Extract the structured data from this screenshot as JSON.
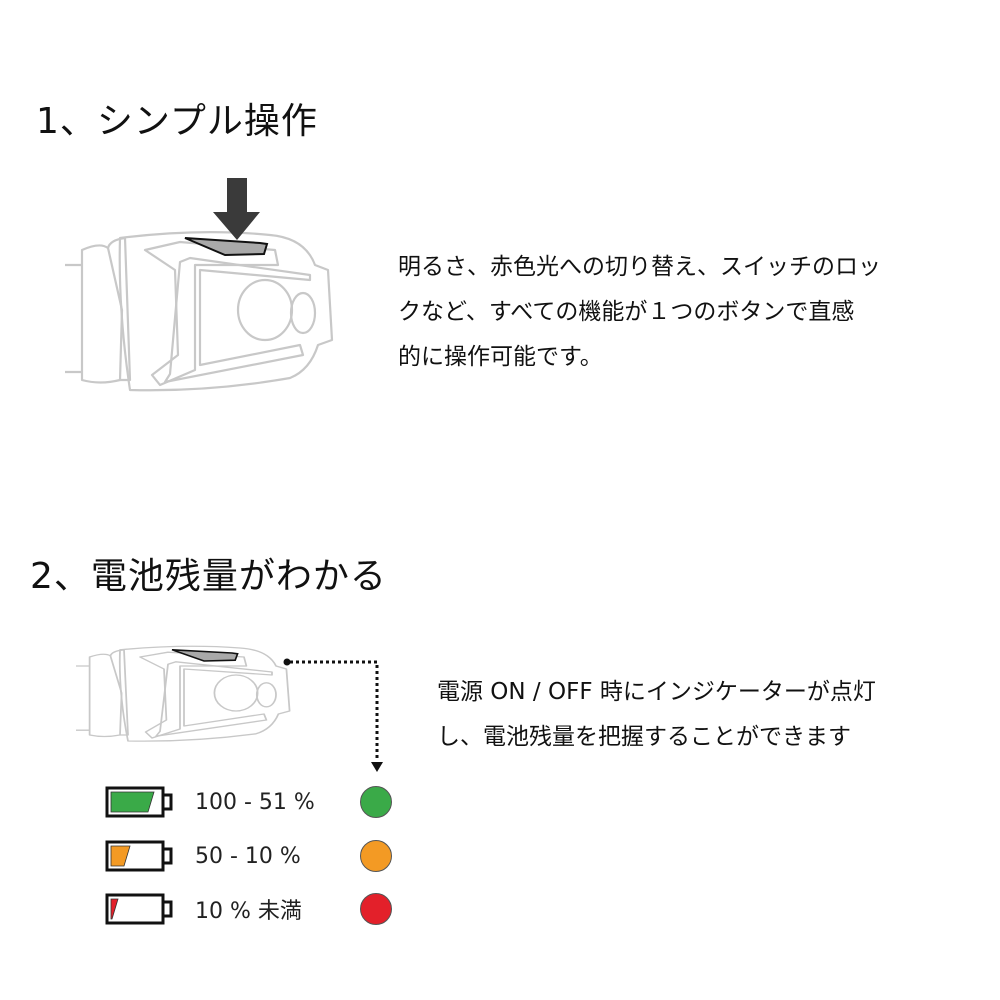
{
  "section1": {
    "title": "1、シンプル操作",
    "lines": [
      "明るさ、赤色光への切り替え、スイッチのロッ",
      "クなど、すべての機能が１つのボタンで直感",
      "的に操作可能です。"
    ]
  },
  "section2": {
    "title": "2、電池残量がわかる",
    "lines": [
      "電源 ON / OFF 時にインジケーターが点灯",
      "し、電池残量を把握することができます"
    ],
    "levels": [
      {
        "label": "100 - 51 %",
        "color": "#3aaa48",
        "fill": 0.9
      },
      {
        "label": "50 - 10 %",
        "color": "#f39a24",
        "fill": 0.4
      },
      {
        "label": "10 % 未満",
        "color": "#e3202a",
        "fill": 0.15
      }
    ]
  }
}
